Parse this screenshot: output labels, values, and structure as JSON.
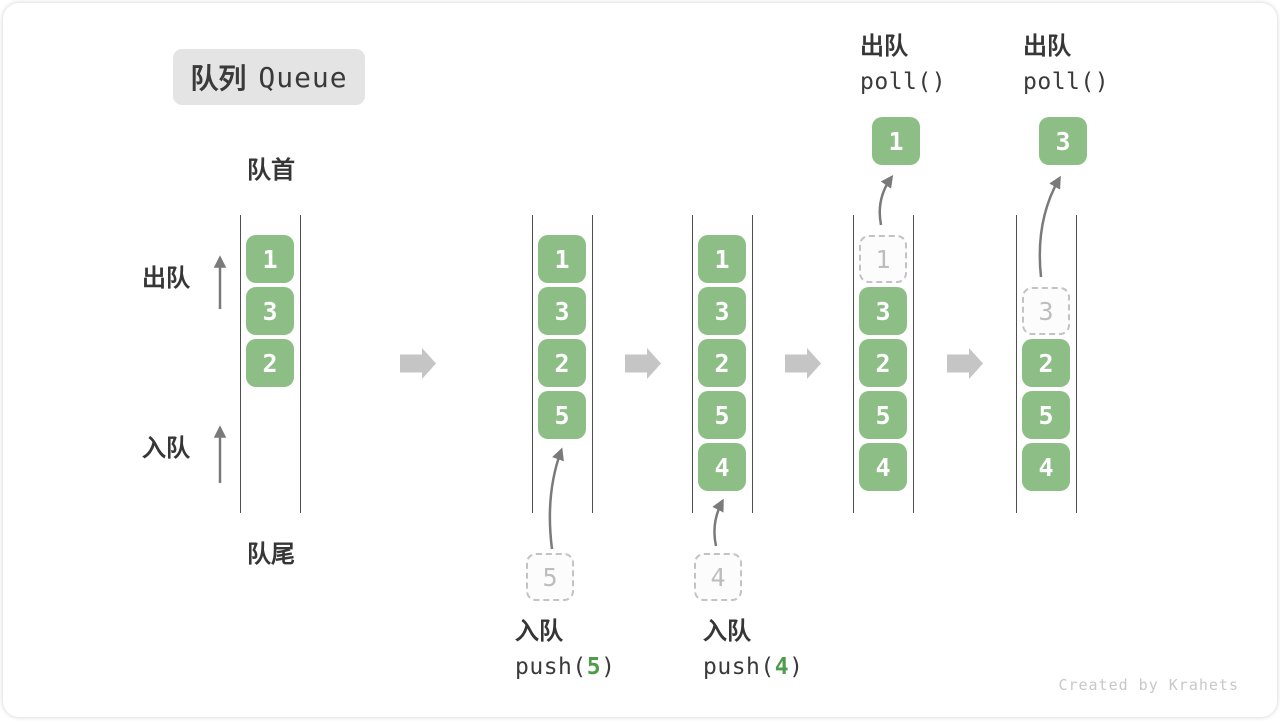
{
  "title": {
    "zh": "队列",
    "en": "Queue"
  },
  "labels": {
    "front": "队首",
    "rear": "队尾",
    "dequeue": "出队",
    "enqueue": "入队"
  },
  "ops": {
    "push5": {
      "prefix": "push(",
      "num": "5",
      "suffix": ")"
    },
    "push4": {
      "prefix": "push(",
      "num": "4",
      "suffix": ")"
    },
    "poll": {
      "code": "poll()"
    }
  },
  "queue_states": [
    {
      "cells": [
        {
          "slot": 0,
          "value": "1",
          "type": "solid"
        },
        {
          "slot": 1,
          "value": "3",
          "type": "solid"
        },
        {
          "slot": 2,
          "value": "2",
          "type": "solid"
        }
      ]
    },
    {
      "cells": [
        {
          "slot": 0,
          "value": "1",
          "type": "solid"
        },
        {
          "slot": 1,
          "value": "3",
          "type": "solid"
        },
        {
          "slot": 2,
          "value": "2",
          "type": "solid"
        },
        {
          "slot": 3,
          "value": "5",
          "type": "solid"
        }
      ],
      "staging": {
        "value": "5"
      }
    },
    {
      "cells": [
        {
          "slot": 0,
          "value": "1",
          "type": "solid"
        },
        {
          "slot": 1,
          "value": "3",
          "type": "solid"
        },
        {
          "slot": 2,
          "value": "2",
          "type": "solid"
        },
        {
          "slot": 3,
          "value": "5",
          "type": "solid"
        },
        {
          "slot": 4,
          "value": "4",
          "type": "solid"
        }
      ],
      "staging": {
        "value": "4"
      }
    },
    {
      "cells": [
        {
          "slot": 0,
          "value": "1",
          "type": "dashed"
        },
        {
          "slot": 1,
          "value": "3",
          "type": "solid"
        },
        {
          "slot": 2,
          "value": "2",
          "type": "solid"
        },
        {
          "slot": 3,
          "value": "5",
          "type": "solid"
        },
        {
          "slot": 4,
          "value": "4",
          "type": "solid"
        }
      ],
      "popped": {
        "value": "1"
      }
    },
    {
      "cells": [
        {
          "slot": 1,
          "value": "3",
          "type": "dashed"
        },
        {
          "slot": 2,
          "value": "2",
          "type": "solid"
        },
        {
          "slot": 3,
          "value": "5",
          "type": "solid"
        },
        {
          "slot": 4,
          "value": "4",
          "type": "solid"
        }
      ],
      "popped": {
        "value": "3"
      }
    }
  ],
  "watermark": "Created by Krahets",
  "colors": {
    "cell_green": "#8cbe85",
    "accent_green": "#4f9d4c",
    "badge_bg": "#e4e4e4",
    "text_dark": "#3a3a3a",
    "block_arrow": "#c5c5c5",
    "thin_arrow": "#7a7a7a",
    "dashed_border": "#c3c3c3",
    "dashed_text": "#bdbdbd",
    "column_line": "#4f4f4f",
    "watermark_gray": "#c8c8c8"
  }
}
